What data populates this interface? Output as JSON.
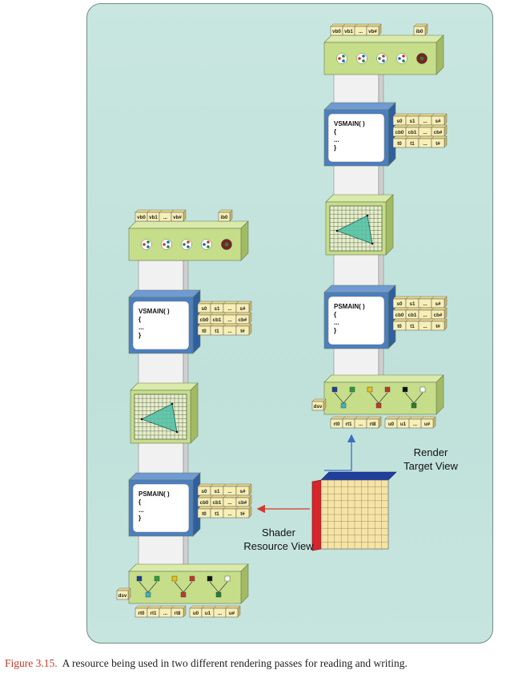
{
  "caption": {
    "label": "Figure 3.15.",
    "text": "A resource being used in two different rendering passes for reading and writing."
  },
  "labels": {
    "render_target_view": [
      "Render",
      "Target View"
    ],
    "shader_resource_view": [
      "Shader",
      "Resource View"
    ]
  },
  "slots": {
    "vertex_buffers": [
      "vb0",
      "vb1",
      "...",
      "vb#"
    ],
    "index_buffer": "ib0",
    "samplers": [
      "s0",
      "s1",
      "...",
      "s#"
    ],
    "constant_buffers": [
      "cb0",
      "cb1",
      "...",
      "cb#"
    ],
    "textures": [
      "t0",
      "t1",
      "...",
      "t#"
    ],
    "render_targets": [
      "rt0",
      "rt1",
      "...",
      "rt8"
    ],
    "uavs": [
      "u0",
      "u1",
      "...",
      "u#"
    ],
    "depth_stencil": "dsv"
  },
  "shader_code": {
    "vertex": [
      "VSMAIN(  )",
      "{",
      "  ...",
      "}"
    ],
    "pixel": [
      "PSMAIN(  )",
      "{",
      "  ...",
      "}"
    ]
  },
  "colors": {
    "panel_bg": "#c5e4de",
    "stage_green": "#c6dd8a",
    "shader_blue": "#4a7fc1",
    "column_white": "#f1f1f1",
    "slot_cream": "#f7efb6",
    "resource_red": "#d6242a",
    "resource_blue": "#1f3f9b",
    "arrow_red": "#d33a2c",
    "arrow_blue": "#3a6fc0"
  }
}
